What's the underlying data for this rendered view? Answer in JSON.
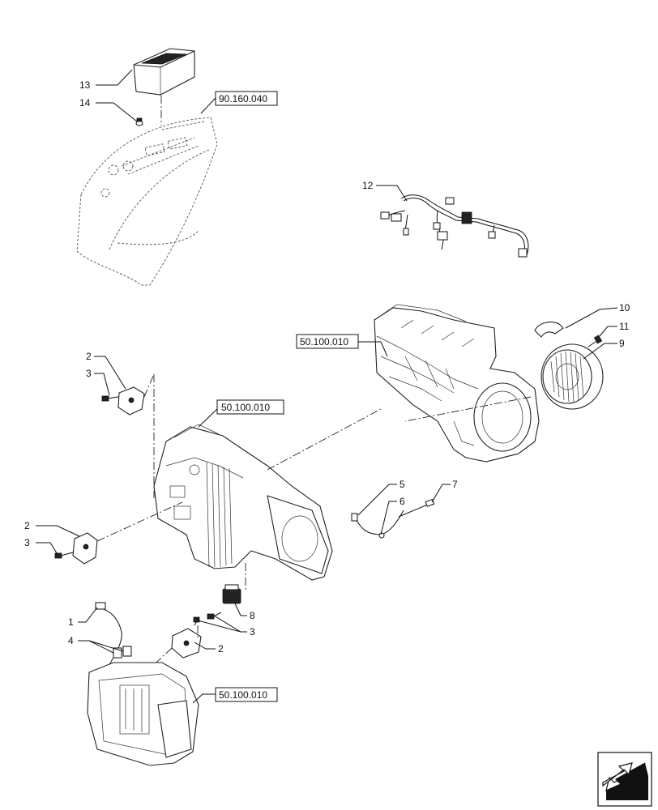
{
  "reference_boxes": {
    "roof_panel": "90.160.040",
    "upper_housing": "50.100.010",
    "main_housing": "50.100.010",
    "heater_core_housing": "50.100.010"
  },
  "callouts": {
    "c1": "1",
    "c2a": "2",
    "c2b": "2",
    "c2c": "2",
    "c3a": "3",
    "c3b": "3",
    "c3c": "3",
    "c4": "4",
    "c5": "5",
    "c6": "6",
    "c7": "7",
    "c8": "8",
    "c9": "9",
    "c10": "10",
    "c11": "11",
    "c12": "12",
    "c13": "13",
    "c14": "14"
  },
  "corner_icon": "arrow-navigation-icon"
}
